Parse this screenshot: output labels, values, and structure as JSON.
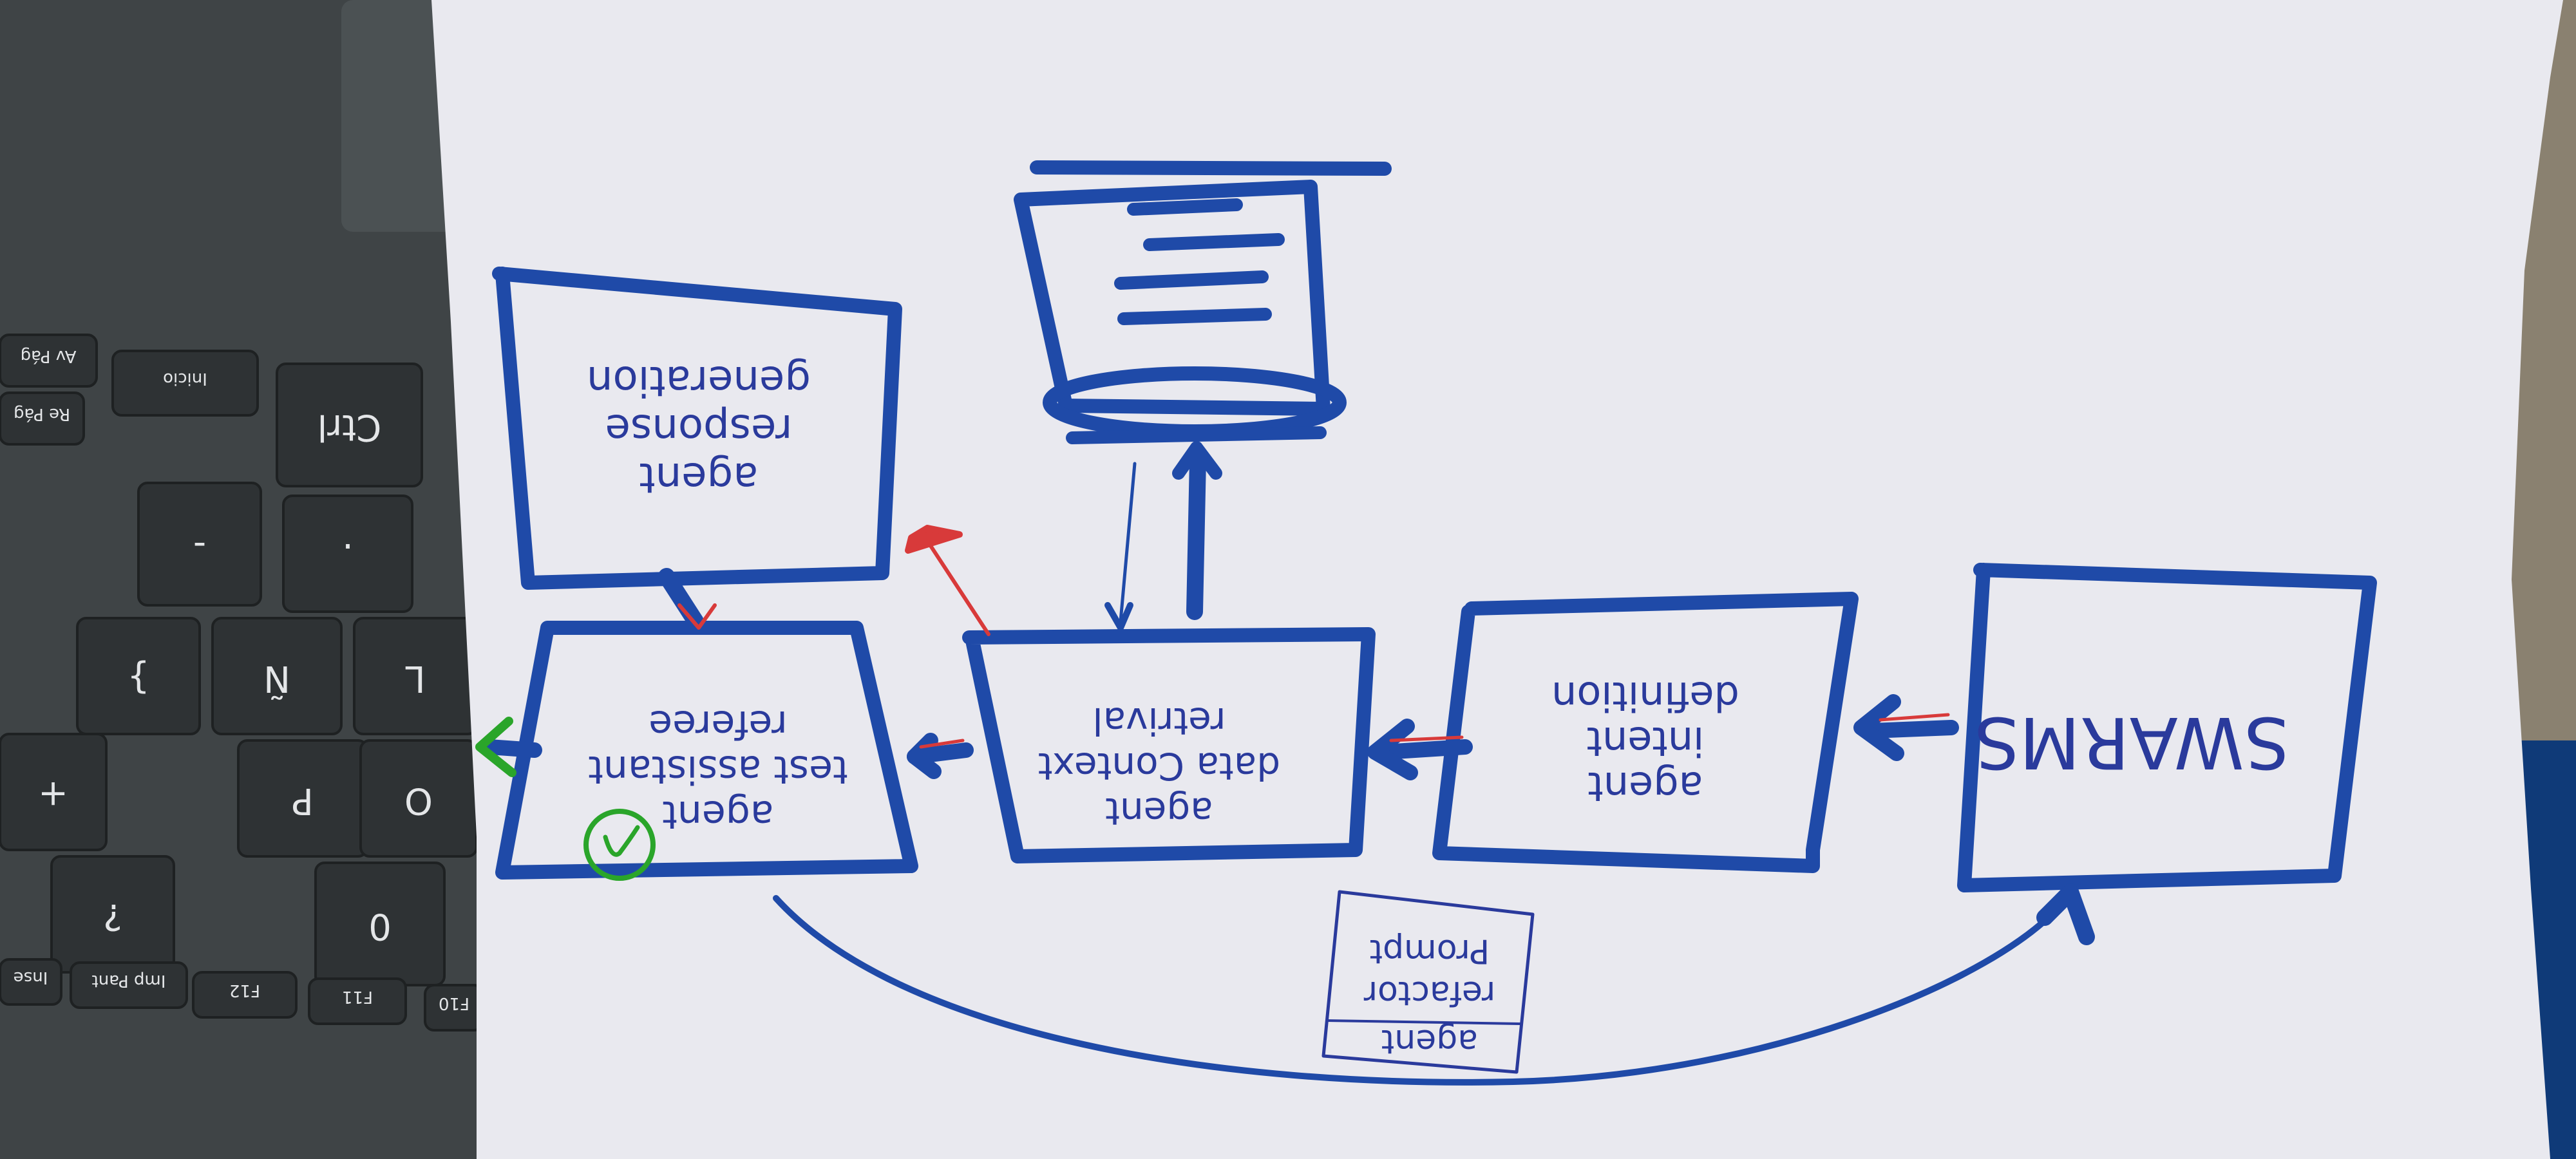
{
  "colors": {
    "ink_blue": "#1f4aa8",
    "pen_blue": "#2a3a9c",
    "arrow_red": "#d83a3a",
    "highlight_green": "#2aa52a",
    "paper": "#e9e9ef",
    "laptop": "#3f4446",
    "key": "#2e3234",
    "terminal_blue": "#0f3a78",
    "wood": "#8a8170"
  },
  "photo": {
    "subject": "hand-drawn flowchart on paper, photographed upside down, lying on a laptop keyboard"
  },
  "sketch": {
    "boxes": [
      {
        "id": "swarms",
        "lines": [
          "SWARMS"
        ]
      },
      {
        "id": "intent",
        "lines": [
          "agent",
          "intent",
          "definition"
        ]
      },
      {
        "id": "data",
        "lines": [
          "agent",
          "data Context",
          "retrival"
        ]
      },
      {
        "id": "test",
        "lines": [
          "agent",
          "test assistant",
          "referee"
        ]
      },
      {
        "id": "response",
        "lines": [
          "agent",
          "response",
          "generation"
        ]
      }
    ],
    "note": {
      "lines": [
        "agent",
        "refactor",
        "Prompt"
      ]
    },
    "database_icon": "database-icon"
  },
  "keyboard": {
    "keys": [
      {
        "label": "Av Pág"
      },
      {
        "label": "Re Pág"
      },
      {
        "label": "Inicio"
      },
      {
        "label": "Ctrl"
      },
      {
        "label": "-"
      },
      {
        "label": "."
      },
      {
        "label": "}"
      },
      {
        "label": "Ñ"
      },
      {
        "label": "L"
      },
      {
        "label": "+"
      },
      {
        "label": "P"
      },
      {
        "label": "O"
      },
      {
        "label": "?"
      },
      {
        "label": "0"
      },
      {
        "label": "Imp Pant"
      },
      {
        "label": "F12"
      },
      {
        "label": "F11"
      },
      {
        "label": "F10"
      },
      {
        "label": "Inse"
      }
    ]
  }
}
